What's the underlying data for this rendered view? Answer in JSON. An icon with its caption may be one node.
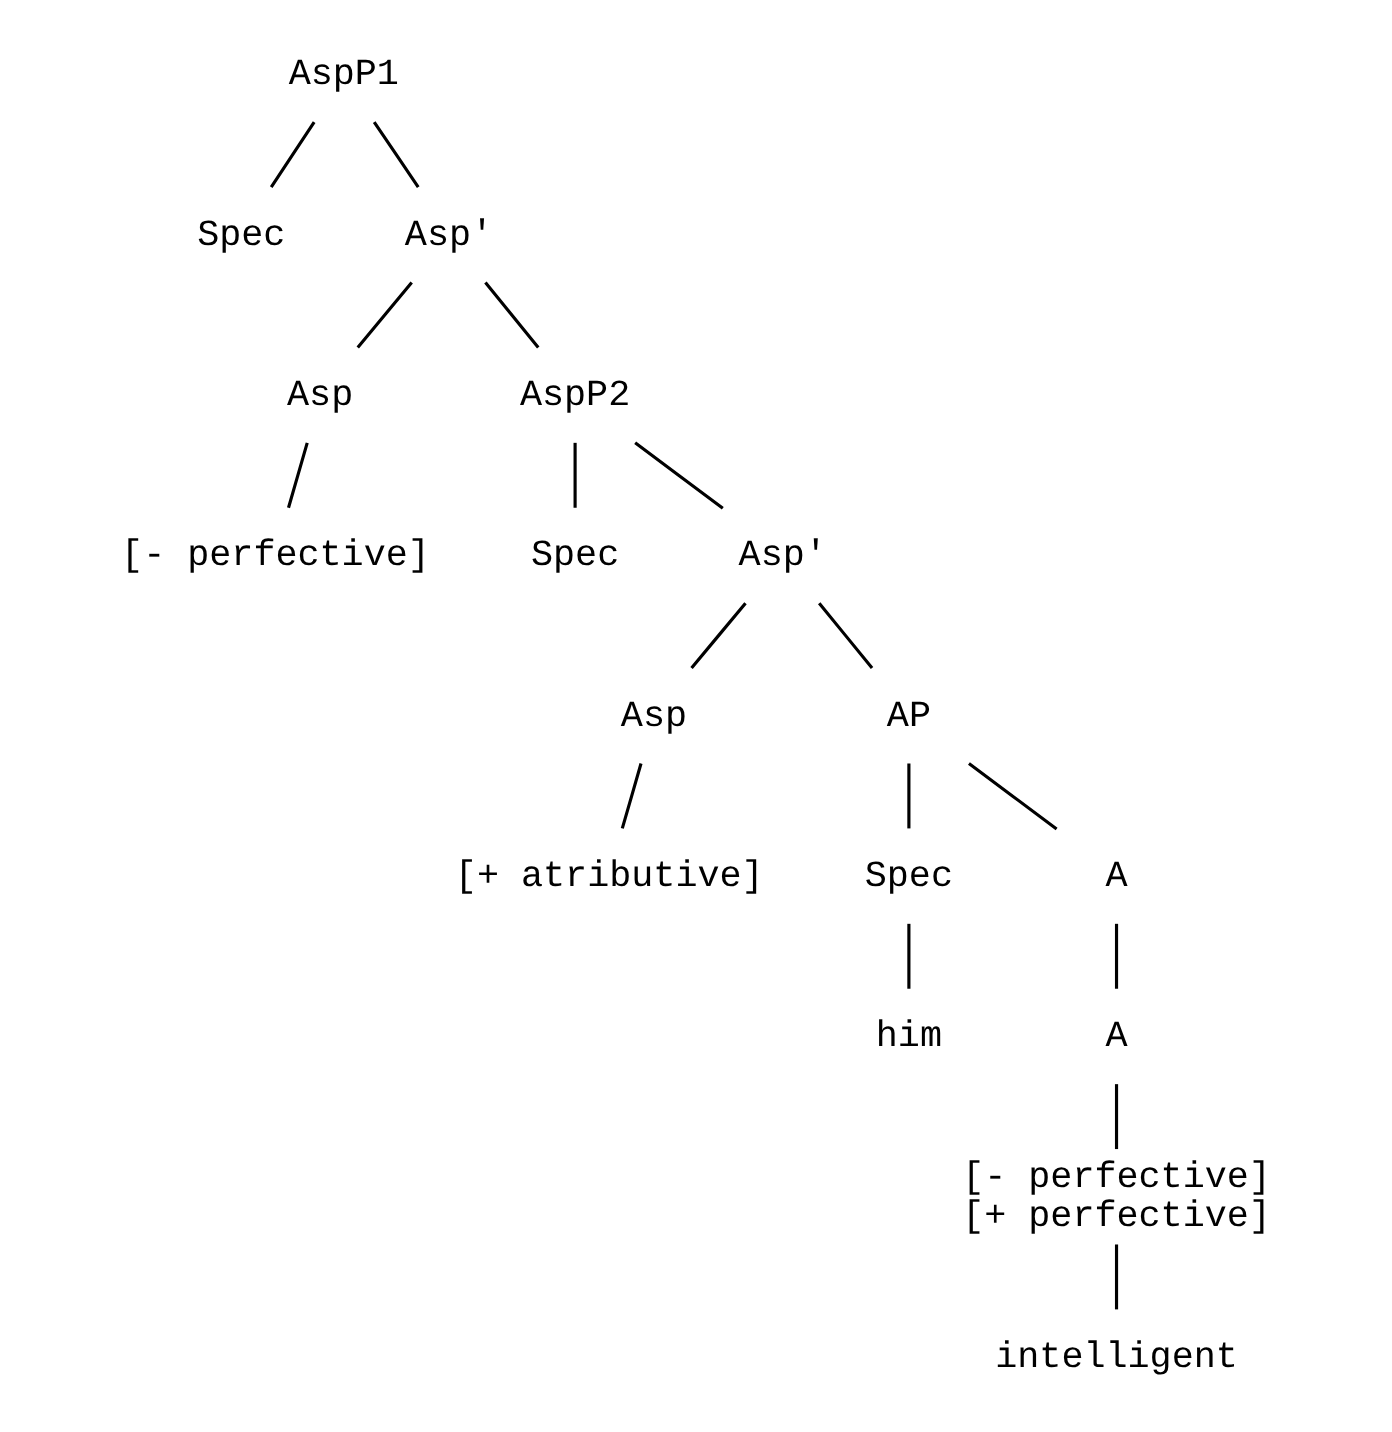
{
  "diagram": {
    "nodes": [
      {
        "text": [
          "AspP1"
        ]
      },
      {
        "text": [
          "Spec"
        ]
      },
      {
        "text": [
          "Asp'"
        ]
      },
      {
        "text": [
          "Asp"
        ]
      },
      {
        "text": [
          "[- perfective]"
        ]
      },
      {
        "text": [
          "AspP2"
        ]
      },
      {
        "text": [
          "Spec"
        ]
      },
      {
        "text": [
          "Asp'"
        ]
      },
      {
        "text": [
          "Asp"
        ]
      },
      {
        "text": [
          "[+ atributive]"
        ]
      },
      {
        "text": [
          "AP"
        ]
      },
      {
        "text": [
          "Spec"
        ]
      },
      {
        "text": [
          "him"
        ]
      },
      {
        "text": [
          "A"
        ]
      },
      {
        "text": [
          "A"
        ]
      },
      {
        "text": [
          "[- perfective]",
          "[+ perfective]"
        ]
      },
      {
        "text": [
          "intelligent"
        ]
      }
    ],
    "edges": [
      {
        "from": 0,
        "to": 1,
        "arrow": "none"
      },
      {
        "from": 0,
        "to": 2,
        "arrow": "none"
      },
      {
        "from": 2,
        "to": 3,
        "arrow": "none"
      },
      {
        "from": 2,
        "to": 5,
        "arrow": "none"
      },
      {
        "from": 3,
        "to": 4,
        "arrow": "none"
      },
      {
        "from": 5,
        "to": 6,
        "arrow": "none"
      },
      {
        "from": 5,
        "to": 7,
        "arrow": "none"
      },
      {
        "from": 7,
        "to": 8,
        "arrow": "none"
      },
      {
        "from": 7,
        "to": 10,
        "arrow": "none"
      },
      {
        "from": 8,
        "to": 9,
        "arrow": "none"
      },
      {
        "from": 10,
        "to": 11,
        "arrow": "none"
      },
      {
        "from": 10,
        "to": 13,
        "arrow": "none"
      },
      {
        "from": 11,
        "to": 12,
        "arrow": "none"
      },
      {
        "from": 13,
        "to": 14,
        "arrow": "none"
      },
      {
        "from": 14,
        "to": 15,
        "arrow": "none"
      },
      {
        "from": 15,
        "to": 16,
        "arrow": "none"
      }
    ]
  }
}
